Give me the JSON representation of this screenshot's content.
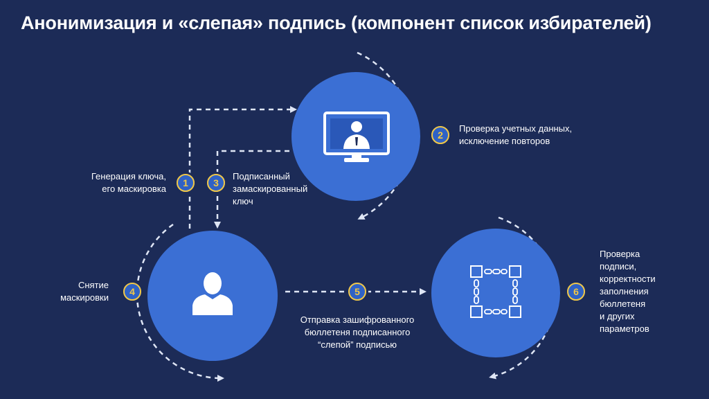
{
  "title": "Анонимизация и «слепая» подпись (компонент список избирателей)",
  "colors": {
    "background": "#1c2b57",
    "circle": "#3b6fd4",
    "badge_ring": "#f2c744",
    "dashes": "#dfe6f5"
  },
  "nodes": [
    {
      "id": "server",
      "icon": "monitor-user-icon"
    },
    {
      "id": "voter",
      "icon": "user-icon"
    },
    {
      "id": "blockchain",
      "icon": "blockchain-icon"
    }
  ],
  "steps": [
    {
      "num": "1",
      "lines": [
        "Генерация ключа,",
        "его маскировка"
      ]
    },
    {
      "num": "2",
      "lines": [
        "Проверка учетных данных,",
        "исключение повторов"
      ]
    },
    {
      "num": "3",
      "lines": [
        "Подписанный",
        "замаскированный",
        "ключ"
      ]
    },
    {
      "num": "4",
      "lines": [
        "Снятие",
        "маскировки"
      ]
    },
    {
      "num": "5",
      "lines": [
        "Отправка зашифрованного",
        "бюллетеня подписанного",
        "“слепой” подписью"
      ]
    },
    {
      "num": "6",
      "lines": [
        "Проверка",
        "подписи,",
        "корректности",
        "заполнения",
        "бюллетеня",
        "и других",
        "параметров"
      ]
    }
  ]
}
